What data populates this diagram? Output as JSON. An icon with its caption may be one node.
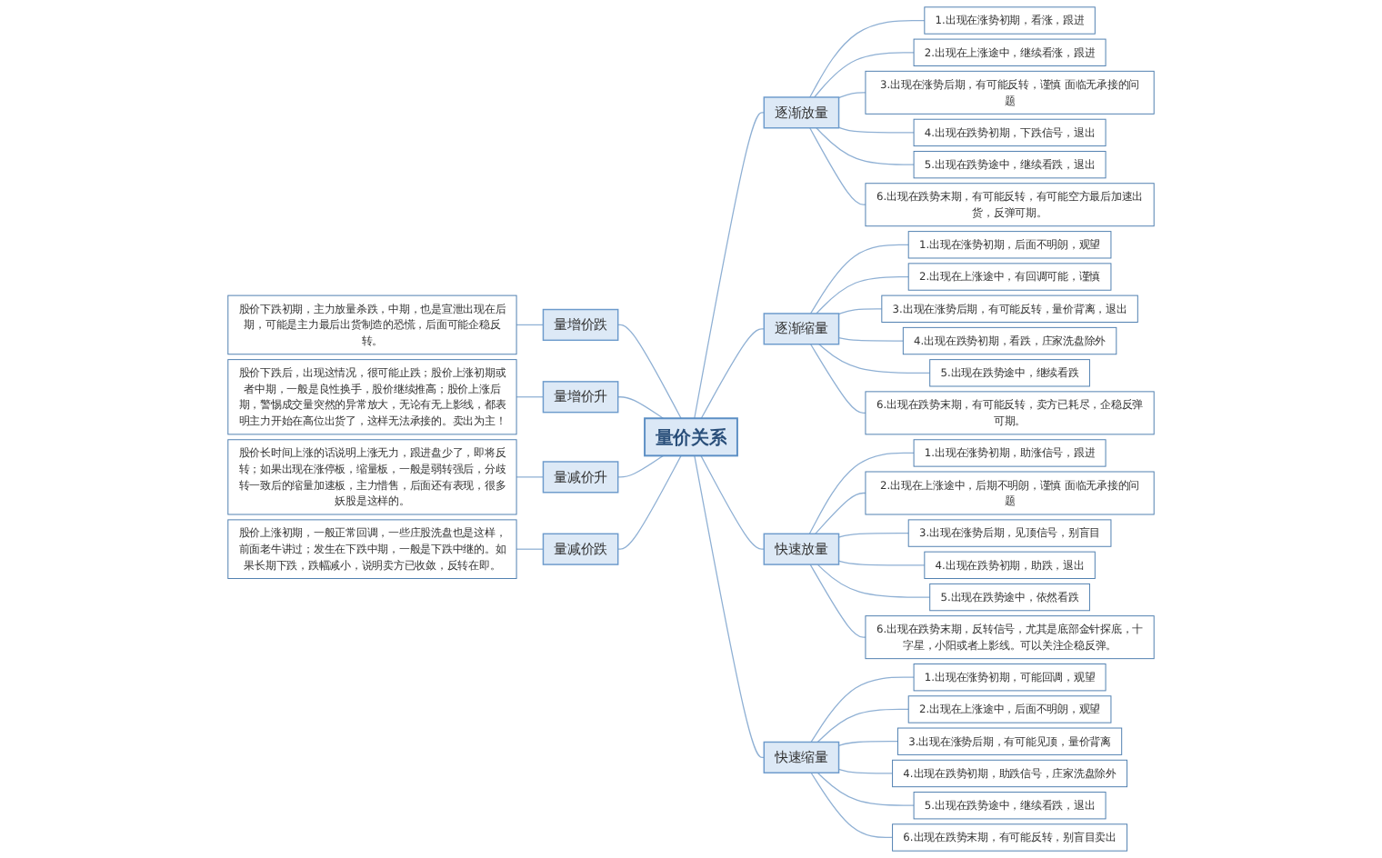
{
  "diagram": {
    "nodes": [
      {
        "text": [
          "量价关系"
        ]
      },
      {
        "text": [
          "逐渐放量"
        ]
      },
      {
        "text": [
          "1.出现在涨势初期，看涨，跟进"
        ]
      },
      {
        "text": [
          "2.出现在上涨途中，继续看涨，跟进"
        ]
      },
      {
        "text": [
          "3.出现在涨势后期，有可能反转，谨慎 面临无承接的问题"
        ]
      },
      {
        "text": [
          "4.出现在跌势初期，下跌信号，退出"
        ]
      },
      {
        "text": [
          "5.出现在跌势途中，继续看跌，退出"
        ]
      },
      {
        "text": [
          "6.出现在跌势末期，有可能反转，有可能空方最后加速出货，反弹可期。"
        ]
      },
      {
        "text": [
          "逐渐缩量"
        ]
      },
      {
        "text": [
          "1.出现在涨势初期，后面不明朗，观望"
        ]
      },
      {
        "text": [
          "2.出现在上涨途中，有回调可能，谨慎"
        ]
      },
      {
        "text": [
          "3.出现在涨势后期，有可能反转，量价背离，退出"
        ]
      },
      {
        "text": [
          "4.出现在跌势初期，看跌，庄家洗盘除外"
        ]
      },
      {
        "text": [
          "5.出现在跌势途中，继续看跌"
        ]
      },
      {
        "text": [
          "6.出现在跌势末期，有可能反转，卖方已耗尽，企稳反弹可期。"
        ]
      },
      {
        "text": [
          "快速放量"
        ]
      },
      {
        "text": [
          "1.出现在涨势初期，助涨信号，跟进"
        ]
      },
      {
        "text": [
          "2.出现在上涨途中，后期不明朗，谨慎 面临无承接的问题"
        ]
      },
      {
        "text": [
          "3.出现在涨势后期，见顶信号，别盲目"
        ]
      },
      {
        "text": [
          "4.出现在跌势初期，助跌，退出"
        ]
      },
      {
        "text": [
          "5.出现在跌势途中，依然看跌"
        ]
      },
      {
        "text": [
          "6.出现在跌势末期，反转信号，尤其是底部金针探底，十字星，小阳或者上影线。可以关注企稳反弹。"
        ]
      },
      {
        "text": [
          "快速缩量"
        ]
      },
      {
        "text": [
          "1.出现在涨势初期，可能回调，观望"
        ]
      },
      {
        "text": [
          "2.出现在上涨途中，后面不明朗，观望"
        ]
      },
      {
        "text": [
          "3.出现在涨势后期，有可能见顶，量价背离"
        ]
      },
      {
        "text": [
          "4.出现在跌势初期，助跌信号，庄家洗盘除外"
        ]
      },
      {
        "text": [
          "5.出现在跌势途中，继续看跌，退出"
        ]
      },
      {
        "text": [
          "6.出现在跌势末期，有可能反转，别盲目卖出"
        ]
      },
      {
        "text": [
          "量增价跌"
        ]
      },
      {
        "text": [
          "股价下跌初期，主力放量杀跌，中期，也是宣泄出现在后期，可能是主力最后出货制造的恐慌，后面可能企稳反转。"
        ]
      },
      {
        "text": [
          "量增价升"
        ]
      },
      {
        "text": [
          "股价下跌后，出现这情况，很可能止跌；股价上涨初期或者中期，一般是良性换手，股价继续推高；股价上涨后期，警惕成交量突然的异常放大，无论有无上影线，都表明主力开始在高位出货了，这样无法承接的。卖出为主！"
        ]
      },
      {
        "text": [
          "量减价升"
        ]
      },
      {
        "text": [
          "股价长时间上涨的话说明上涨无力，跟进盘少了，即将反转；如果出现在涨停板，缩量板，一般是弱转强后，分歧转一致后的缩量加速板，主力惜售，后面还有表现，很多妖股是这样的。"
        ]
      },
      {
        "text": [
          "量减价跌"
        ]
      },
      {
        "text": [
          "股价上涨初期，一般正常回调，一些庄股洗盘也是这样，前面老牛讲过；发生在下跌中期，一般是下跌中继的。如果长期下跌，跌幅减小，说明卖方已收敛，反转在即。"
        ]
      }
    ],
    "edges": [
      {
        "from": 0,
        "to": 1,
        "arrow": "none"
      },
      {
        "from": 1,
        "to": 2,
        "arrow": "none"
      },
      {
        "from": 1,
        "to": 3,
        "arrow": "none"
      },
      {
        "from": 1,
        "to": 4,
        "arrow": "none"
      },
      {
        "from": 1,
        "to": 5,
        "arrow": "none"
      },
      {
        "from": 1,
        "to": 6,
        "arrow": "none"
      },
      {
        "from": 1,
        "to": 7,
        "arrow": "none"
      },
      {
        "from": 0,
        "to": 8,
        "arrow": "none"
      },
      {
        "from": 8,
        "to": 9,
        "arrow": "none"
      },
      {
        "from": 8,
        "to": 10,
        "arrow": "none"
      },
      {
        "from": 8,
        "to": 11,
        "arrow": "none"
      },
      {
        "from": 8,
        "to": 12,
        "arrow": "none"
      },
      {
        "from": 8,
        "to": 13,
        "arrow": "none"
      },
      {
        "from": 8,
        "to": 14,
        "arrow": "none"
      },
      {
        "from": 0,
        "to": 15,
        "arrow": "none"
      },
      {
        "from": 15,
        "to": 16,
        "arrow": "none"
      },
      {
        "from": 15,
        "to": 17,
        "arrow": "none"
      },
      {
        "from": 15,
        "to": 18,
        "arrow": "none"
      },
      {
        "from": 15,
        "to": 19,
        "arrow": "none"
      },
      {
        "from": 15,
        "to": 20,
        "arrow": "none"
      },
      {
        "from": 15,
        "to": 21,
        "arrow": "none"
      },
      {
        "from": 0,
        "to": 22,
        "arrow": "none"
      },
      {
        "from": 22,
        "to": 23,
        "arrow": "none"
      },
      {
        "from": 22,
        "to": 24,
        "arrow": "none"
      },
      {
        "from": 22,
        "to": 25,
        "arrow": "none"
      },
      {
        "from": 22,
        "to": 26,
        "arrow": "none"
      },
      {
        "from": 22,
        "to": 27,
        "arrow": "none"
      },
      {
        "from": 22,
        "to": 28,
        "arrow": "none"
      },
      {
        "from": 0,
        "to": 29,
        "arrow": "none"
      },
      {
        "from": 29,
        "to": 30,
        "arrow": "none"
      },
      {
        "from": 0,
        "to": 31,
        "arrow": "none"
      },
      {
        "from": 31,
        "to": 32,
        "arrow": "none"
      },
      {
        "from": 0,
        "to": 33,
        "arrow": "none"
      },
      {
        "from": 33,
        "to": 34,
        "arrow": "none"
      },
      {
        "from": 0,
        "to": 35,
        "arrow": "none"
      },
      {
        "from": 35,
        "to": 36,
        "arrow": "none"
      }
    ]
  }
}
